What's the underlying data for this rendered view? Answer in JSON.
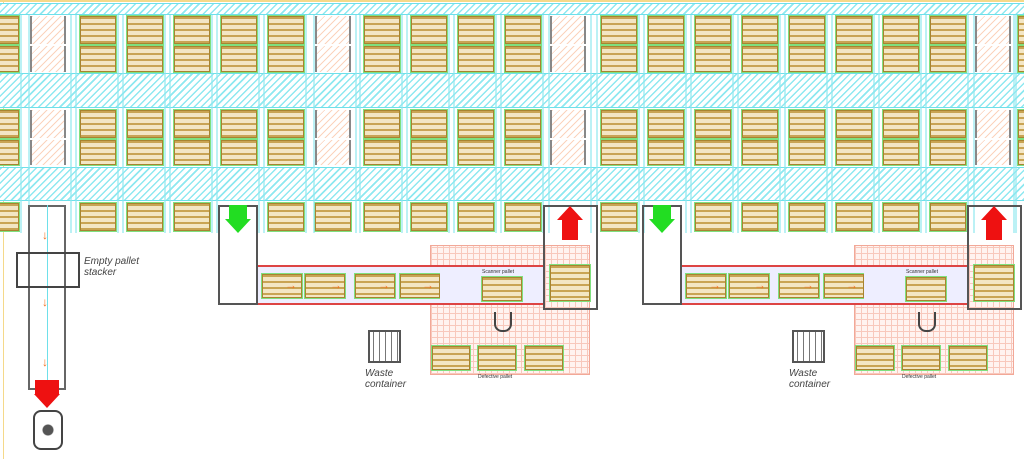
{
  "labels": {
    "empty_pallet_stacker": "Empty pallet stacker",
    "waste_container_1": "Waste container",
    "waste_container_2": "Waste container",
    "scanner_pallet_1": "Scanner pallet",
    "scanner_pallet_2": "Scanner pallet",
    "defective_pallet_1": "Defective pallet",
    "defective_pallet_2": "Defective pallet"
  },
  "colors": {
    "aisle": "#8ee8f0",
    "inbound_arrow": "#22dd22",
    "outbound_arrow": "#ee1111",
    "flow_arrow": "#f07020",
    "work_area": "#f8c8bc"
  }
}
